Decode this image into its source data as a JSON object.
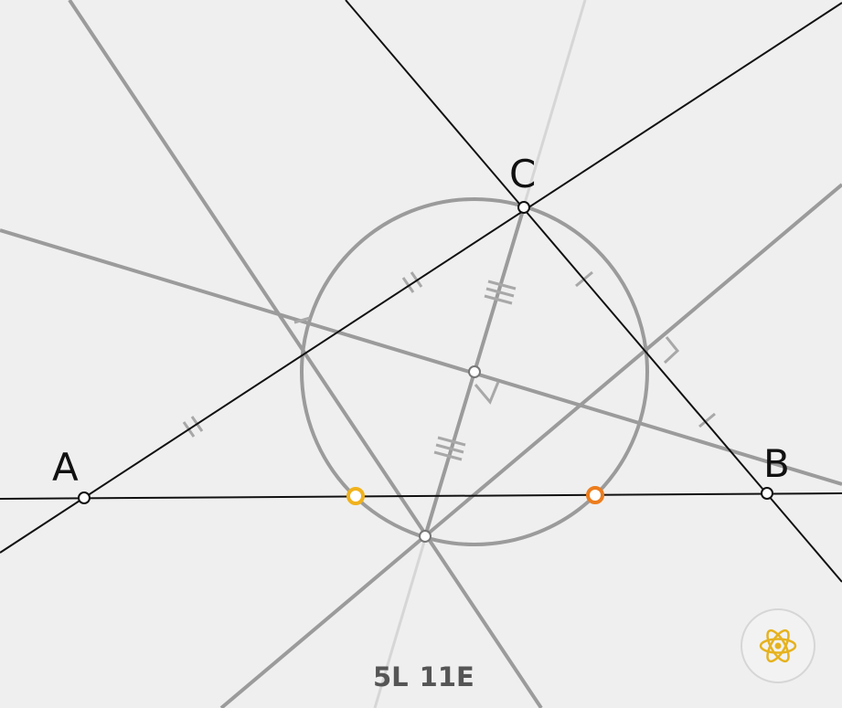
{
  "points": {
    "a": "A",
    "b": "B",
    "c": "C"
  },
  "moves": {
    "lines": "5L",
    "euclid": "11E"
  },
  "hint": {
    "icon": "atom-icon"
  },
  "colors": {
    "background": "#efefef",
    "construction": "#9b9b9b",
    "given": "#111111",
    "faint_line": "#d6d6d6",
    "target_yellow": "#f0b21c",
    "target_orange": "#ec7d1e",
    "hint_icon": "#e6b21e"
  }
}
